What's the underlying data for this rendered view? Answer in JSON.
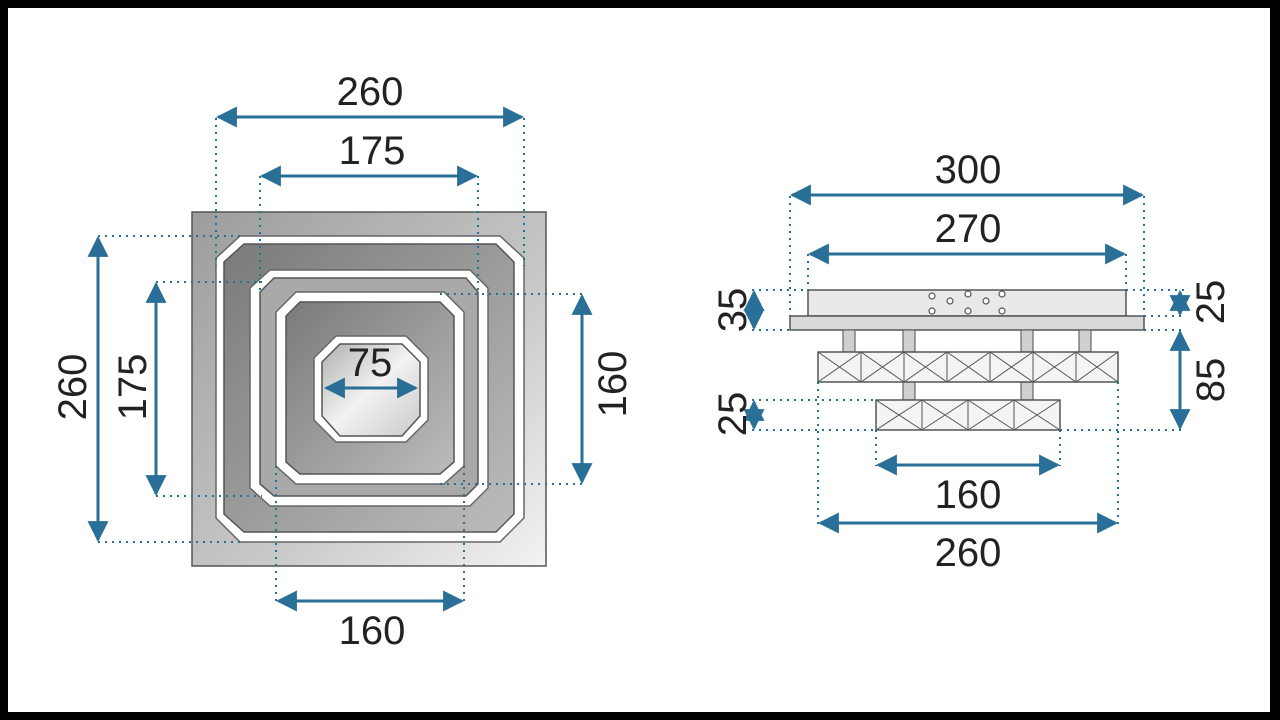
{
  "colors": {
    "background": "#000000",
    "paper": "#ffffff",
    "dimension_line": "#2a6f97",
    "fixture_gray": "#a6a6a6",
    "fixture_dark": "#8a8a8a",
    "text": "#222222"
  },
  "top_view": {
    "width_outer": "260",
    "width_inner": "175",
    "height_outer": "260",
    "height_inner": "175",
    "right_height": "160",
    "bottom_width": "160",
    "center": "75"
  },
  "side_view": {
    "width_top": "300",
    "width_canopy": "270",
    "height_canopy": "35",
    "height_plate": "25",
    "height_total": "85",
    "height_lower_ring": "25",
    "width_lower_ring": "160",
    "width_upper_ring": "260"
  },
  "icons": [
    "arrow-left-icon",
    "arrow-right-icon",
    "arrow-up-icon",
    "arrow-down-icon"
  ]
}
